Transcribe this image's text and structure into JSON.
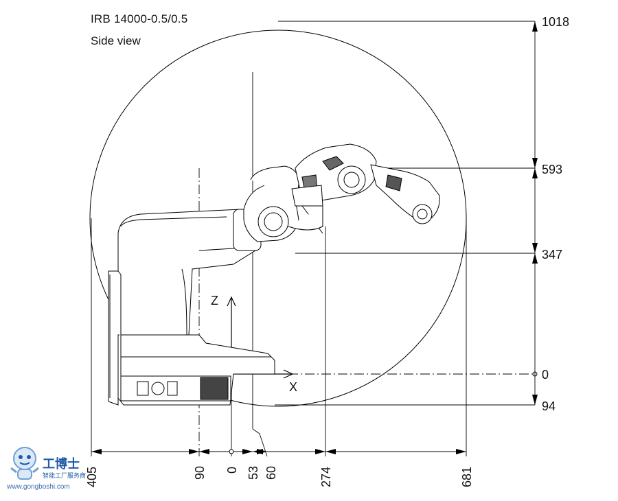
{
  "header": {
    "title": "IRB 14000-0.5/0.5",
    "subtitle": "Side view"
  },
  "axes": {
    "z_label": "Z",
    "x_label": "X"
  },
  "vertical_dimensions": [
    {
      "label": "1018"
    },
    {
      "label": "593"
    },
    {
      "label": "347"
    },
    {
      "label": "0"
    },
    {
      "label": "94"
    }
  ],
  "horizontal_dimensions": [
    {
      "label": "405"
    },
    {
      "label": "90"
    },
    {
      "label": "0"
    },
    {
      "label": "53"
    },
    {
      "label": "60"
    },
    {
      "label": "274"
    },
    {
      "label": "681"
    }
  ],
  "watermark": {
    "brand_cn": "工博士",
    "tagline_cn": "智能工厂服务商",
    "url": "www.gongboshi.com"
  },
  "colors": {
    "line": "#000000",
    "watermark": "#1e5aa8"
  }
}
